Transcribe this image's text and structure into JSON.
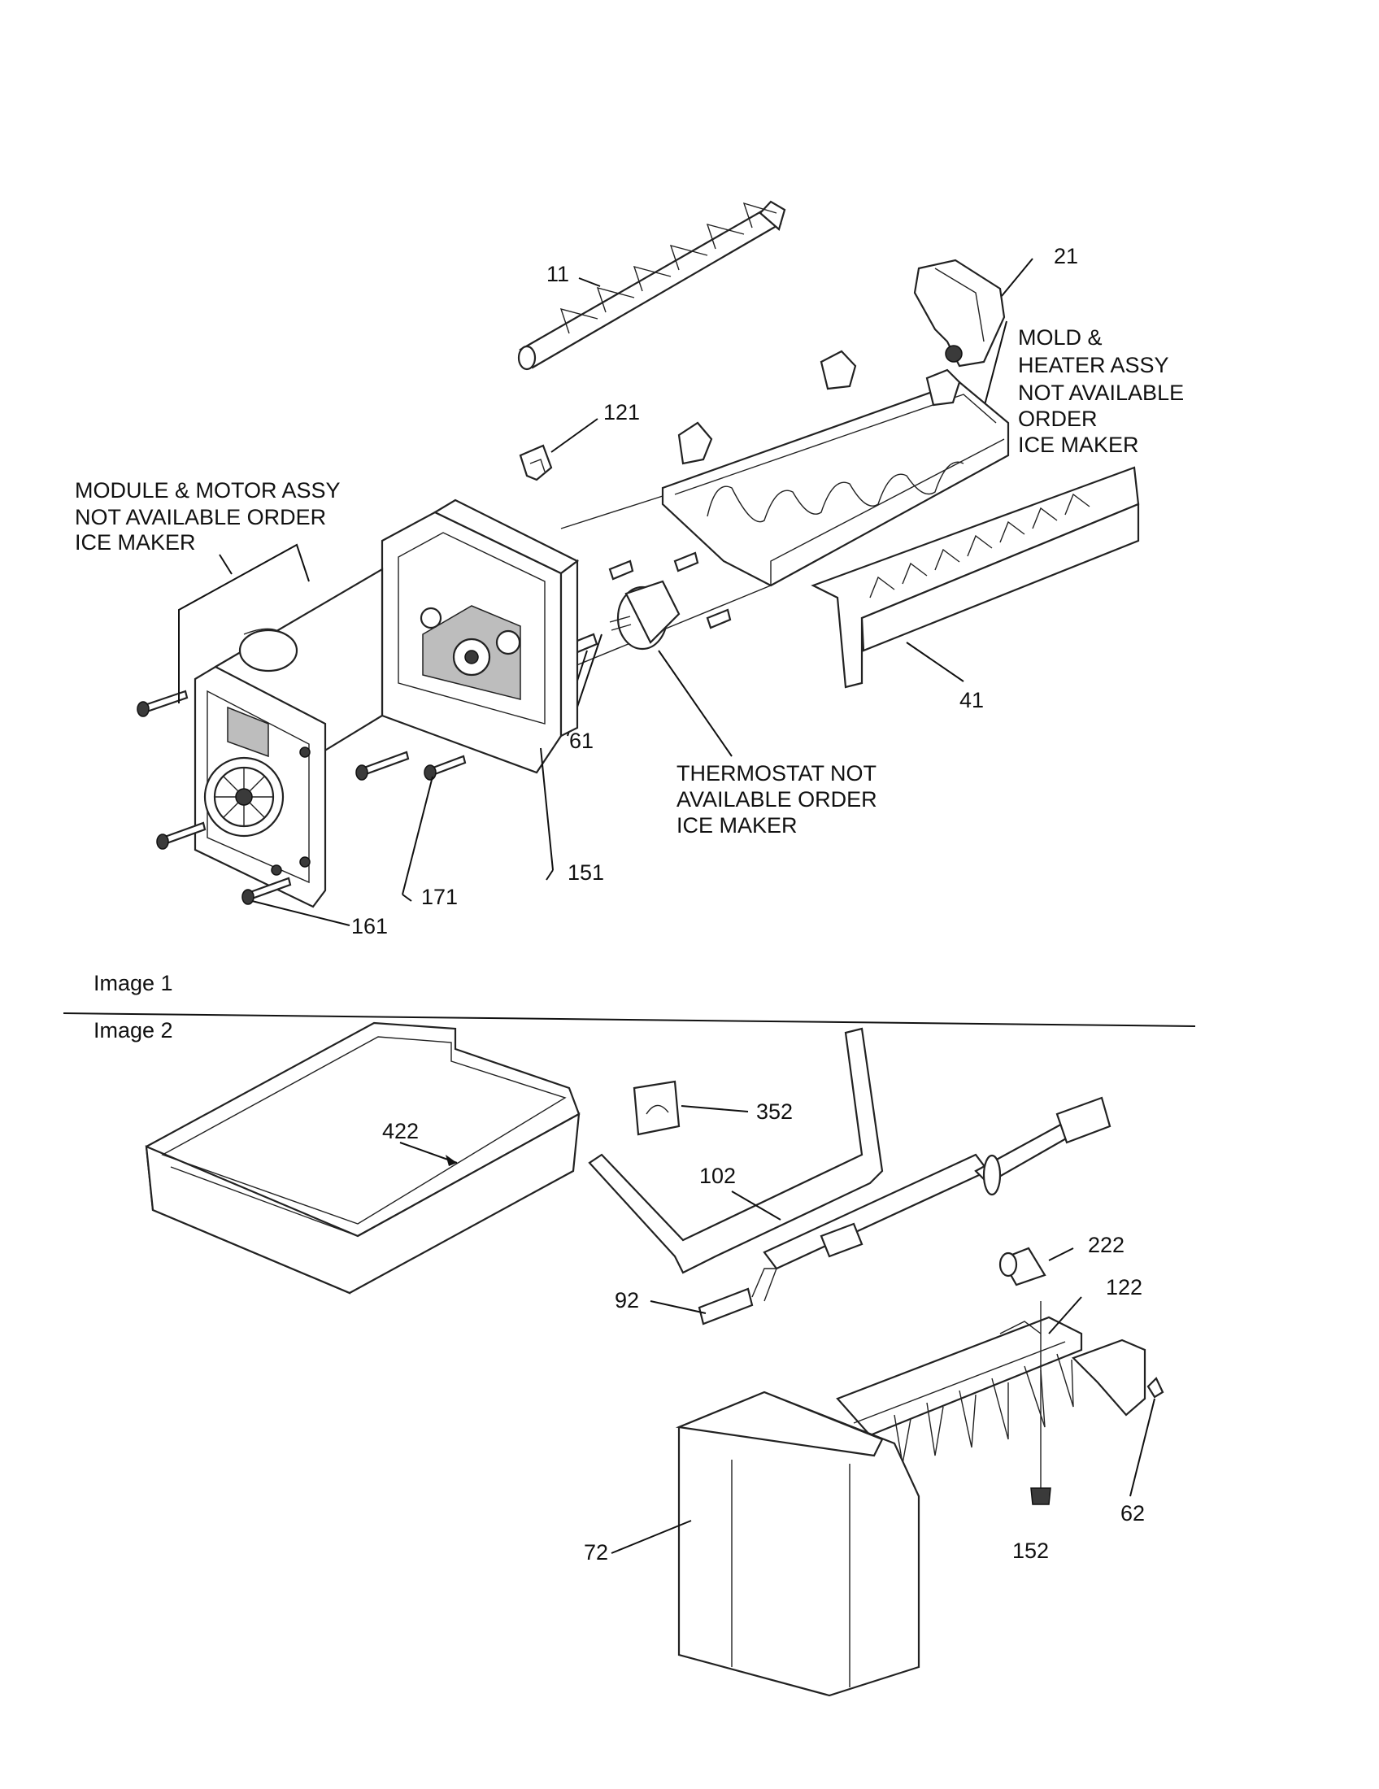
{
  "image1": {
    "caption": "Image 1",
    "callouts": {
      "p11": "11",
      "p21": "21",
      "p121": "121",
      "p41": "41",
      "p61": "61",
      "p151": "151",
      "p171": "171",
      "p161": "161"
    },
    "notes": {
      "module": [
        "MODULE & MOTOR ASSY",
        "NOT AVAILABLE ORDER",
        "ICE MAKER"
      ],
      "mold": [
        "MOLD &",
        "HEATER ASSY",
        "NOT AVAILABLE",
        "ORDER",
        "ICE MAKER"
      ],
      "thermostat": [
        "THERMOSTAT NOT",
        "AVAILABLE ORDER",
        "ICE MAKER"
      ]
    }
  },
  "image2": {
    "caption": "Image 2",
    "callouts": {
      "p422": "422",
      "p352": "352",
      "p102": "102",
      "p92": "92",
      "p222": "222",
      "p122": "122",
      "p72": "72",
      "p152": "152",
      "p62": "62"
    }
  }
}
